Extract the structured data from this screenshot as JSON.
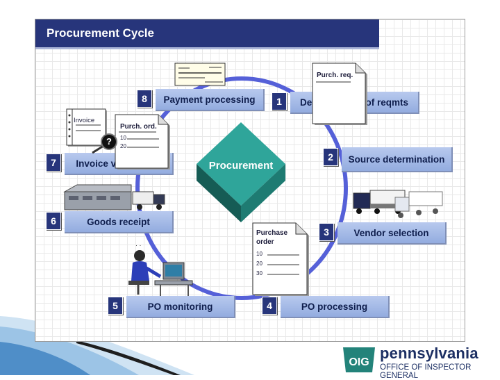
{
  "title": "Procurement Cycle",
  "hub": "Procurement",
  "steps": [
    {
      "num": "1",
      "label": "Determination of reqmts"
    },
    {
      "num": "2",
      "label": "Source determination"
    },
    {
      "num": "3",
      "label": "Vendor selection"
    },
    {
      "num": "4",
      "label": "PO processing"
    },
    {
      "num": "5",
      "label": "PO monitoring"
    },
    {
      "num": "6",
      "label": "Goods receipt"
    },
    {
      "num": "7",
      "label": "Invoice verification"
    },
    {
      "num": "8",
      "label": "Payment processing"
    }
  ],
  "documents": {
    "purch_req": "Purch. req.",
    "purch_ord": "Purch. ord.",
    "invoice": "Invoice",
    "question": "?",
    "purchase_order": [
      "Purchase",
      "order"
    ],
    "line_numbers": [
      "10",
      "20",
      "30"
    ],
    "ord_line_numbers": [
      "10",
      "20"
    ]
  },
  "logo": {
    "mark": "OIG",
    "name": "pennsylvania",
    "subtitle": "OFFICE OF INSPECTOR GENERAL"
  },
  "colors": {
    "navy": "#27357b",
    "label_fill": "#a6bbe7",
    "ring": "#5560d8",
    "hub": "#1f7a70",
    "teal_logo": "#23837a"
  }
}
